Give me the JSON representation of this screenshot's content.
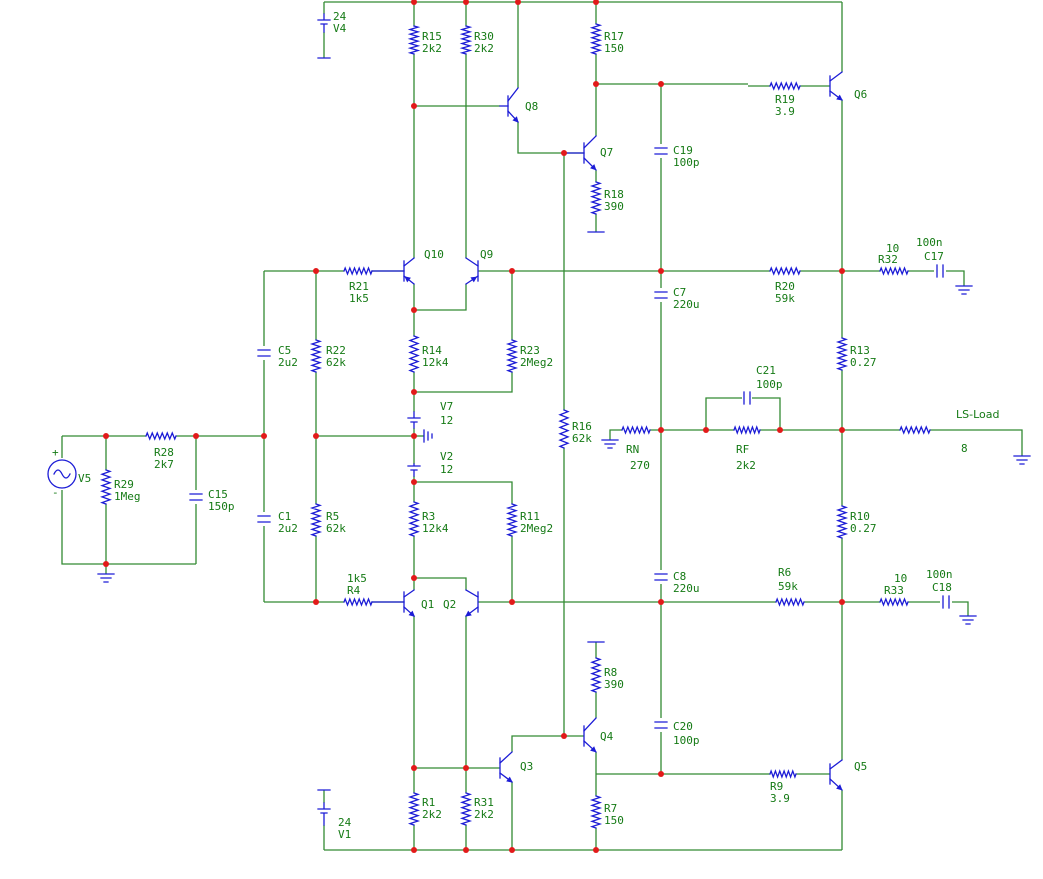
{
  "colors": {
    "wire": "#338a33",
    "component": "#1c1cd6",
    "junction": "#e21a1a",
    "label": "#157a15",
    "background": "#ffffff"
  },
  "labels": {
    "V4_val": "24",
    "V4_ref": "V4",
    "V1_val": "24",
    "V1_ref": "V1",
    "V5_ref": "V5",
    "V5_plus": "+",
    "V5_minus": "-",
    "V7_ref": "V7",
    "V7_val": "12",
    "V2_ref": "V2",
    "V2_val": "12",
    "R15_ref": "R15",
    "R15_val": "2k2",
    "R30_ref": "R30",
    "R30_val": "2k2",
    "R17_ref": "R17",
    "R17_val": "150",
    "R19_ref": "R19",
    "R19_val": "3.9",
    "R18_ref": "R18",
    "R18_val": "390",
    "R21_ref": "R21",
    "R21_val": "1k5",
    "R22_ref": "R22",
    "R22_val": "62k",
    "R14_ref": "R14",
    "R14_val": "12k4",
    "R23_ref": "R23",
    "R23_val": "2Meg2",
    "R20_ref": "R20",
    "R20_val": "59k",
    "R32_ref": "R32",
    "R32_val": "10",
    "R13_ref": "R13",
    "R13_val": "0.27",
    "R28_ref": "R28",
    "R28_val": "2k7",
    "R29_ref": "R29",
    "R29_val": "1Meg",
    "R16_ref": "R16",
    "R16_val": "62k",
    "RN_ref": "RN",
    "RN_val": "270",
    "RF_ref": "RF",
    "RF_val": "2k2",
    "LS_ref": "LS-Load",
    "LS_val": "8",
    "R5_ref": "R5",
    "R5_val": "62k",
    "R3_ref": "R3",
    "R3_val": "12k4",
    "R11_ref": "R11",
    "R11_val": "2Meg2",
    "R10_ref": "R10",
    "R10_val": "0.27",
    "R4_ref": "R4",
    "R4_val": "1k5",
    "R6_ref": "R6",
    "R6_val": "59k",
    "R33_ref": "R33",
    "R33_val": "10",
    "R8_ref": "R8",
    "R8_val": "390",
    "R9_ref": "R9",
    "R9_val": "3.9",
    "R1_ref": "R1",
    "R1_val": "2k2",
    "R31_ref": "R31",
    "R31_val": "2k2",
    "R7_ref": "R7",
    "R7_val": "150",
    "C19_ref": "C19",
    "C19_val": "100p",
    "C17_ref": "C17",
    "C17_val": "100n",
    "C7_ref": "C7",
    "C7_val": "220u",
    "C5_ref": "C5",
    "C5_val": "2u2",
    "C21_ref": "C21",
    "C21_val": "100p",
    "C15_ref": "C15",
    "C15_val": "150p",
    "C1_ref": "C1",
    "C1_val": "2u2",
    "C8_ref": "C8",
    "C8_val": "220u",
    "C18_ref": "C18",
    "C18_val": "100n",
    "C20_ref": "C20",
    "C20_val": "100p",
    "Q1": "Q1",
    "Q2": "Q2",
    "Q3": "Q3",
    "Q4": "Q4",
    "Q5": "Q5",
    "Q6": "Q6",
    "Q7": "Q7",
    "Q8": "Q8",
    "Q9": "Q9",
    "Q10": "Q10"
  }
}
